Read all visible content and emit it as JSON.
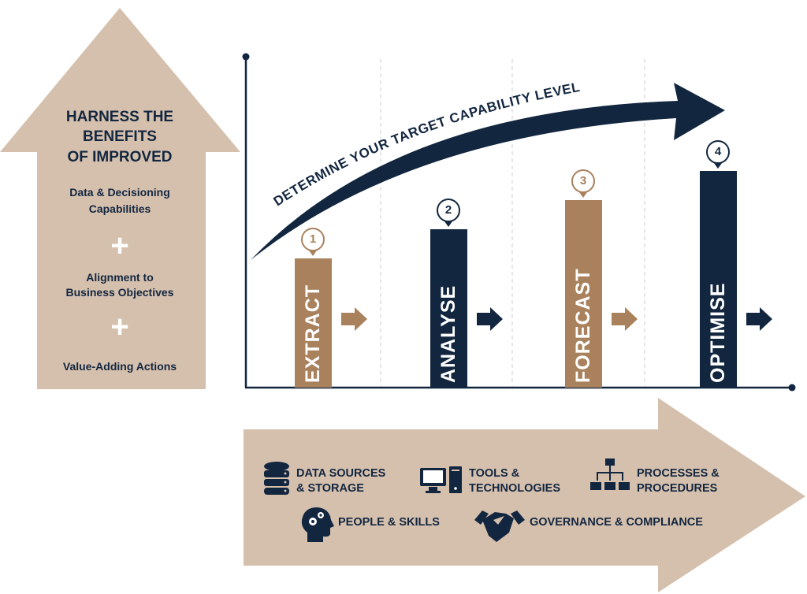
{
  "colors": {
    "navy": "#12263f",
    "bronze": "#a9825d",
    "tan": "#d5c0ae"
  },
  "left_arrow": {
    "heading": [
      "HARNESS THE",
      "BENEFITS",
      "OF IMPROVED"
    ],
    "item1": [
      "Data & Decisioning",
      "Capabilities"
    ],
    "item2": [
      "Alignment to",
      "Business Objectives"
    ],
    "item3": "Value-Adding Actions",
    "plus": "+"
  },
  "curve_label": "DETERMINE YOUR TARGET CAPABILITY LEVEL",
  "stages": [
    {
      "number": "1",
      "label": "EXTRACT",
      "color": "bronze",
      "level": 1
    },
    {
      "number": "2",
      "label": "ANALYSE",
      "color": "navy",
      "level": 2
    },
    {
      "number": "3",
      "label": "FORECAST",
      "color": "bronze",
      "level": 3
    },
    {
      "number": "4",
      "label": "OPTIMISE",
      "color": "navy",
      "level": 4
    }
  ],
  "enablers": [
    {
      "icon": "database-icon",
      "lines": [
        "DATA SOURCES",
        "& STORAGE"
      ]
    },
    {
      "icon": "computer-icon",
      "lines": [
        "TOOLS &",
        "TECHNOLOGIES"
      ]
    },
    {
      "icon": "org-chart-icon",
      "lines": [
        "PROCESSES &",
        "PROCEDURES"
      ]
    },
    {
      "icon": "head-gears-icon",
      "lines": [
        "PEOPLE & SKILLS"
      ]
    },
    {
      "icon": "handshake-icon",
      "lines": [
        "GOVERNANCE & COMPLIANCE"
      ]
    }
  ]
}
